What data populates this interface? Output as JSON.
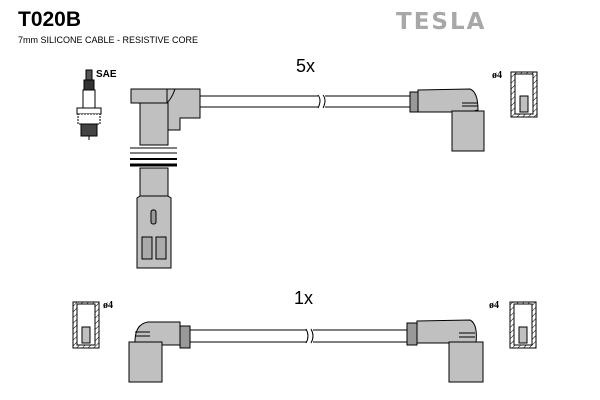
{
  "header": {
    "part_number": "T020B",
    "description": "7mm SILICONE CABLE - RESISTIVE CORE",
    "brand": "TESLA"
  },
  "diagram": {
    "plug_type_label": "SAE",
    "top_set": {
      "quantity_label": "5x",
      "end_diameter_label": "ø4"
    },
    "bottom_set": {
      "quantity_label": "1x",
      "left_diameter_label": "ø4",
      "right_diameter_label": "ø4"
    }
  },
  "colors": {
    "part_fill": "#c0c0c0",
    "outline": "#000000",
    "brand": "#a8a8a8"
  }
}
